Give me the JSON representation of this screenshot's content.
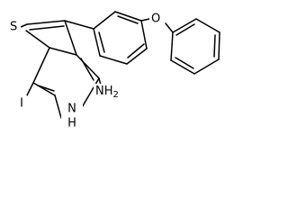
{
  "molecule": {
    "atoms": {
      "sulfur": "S",
      "oxygen": "O",
      "amine": "NH",
      "amine_subscript": "2",
      "ring_nitrogen": "N",
      "ring_nitrogen_hydrogen": "H",
      "iodine": "I"
    }
  }
}
